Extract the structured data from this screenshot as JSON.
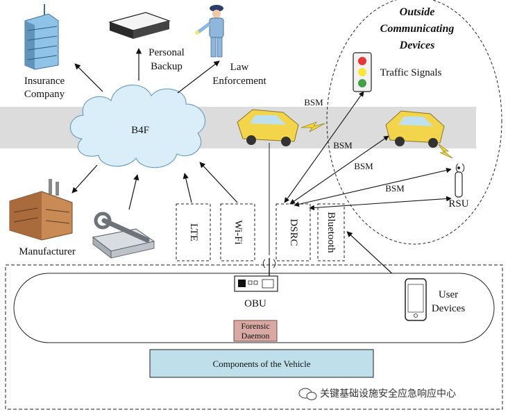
{
  "outside": {
    "line1": "Outside",
    "line2": "Communicating",
    "line3": "Devices"
  },
  "cloud_label": "B4F",
  "stakeholders": {
    "insurance": {
      "line1": "Insurance",
      "line2": "Company"
    },
    "backup": {
      "line1": "Personal",
      "line2": "Backup"
    },
    "law": {
      "line1": "Law",
      "line2": "Enforcement"
    },
    "manufacturer": "Manufacturer"
  },
  "traffic_signals": "Traffic Signals",
  "rsu": "RSU",
  "bsm_labels": [
    "BSM",
    "BSM",
    "BSM",
    "BSM"
  ],
  "interfaces": [
    "LTE",
    "Wi-Fi",
    "DSRC",
    "Bluetooth"
  ],
  "obu": "OBU",
  "forensic": {
    "line1": "Forensic",
    "line2": "Daemon"
  },
  "user_devices": {
    "line1": "User",
    "line2": "Devices"
  },
  "components": "Components of the Vehicle",
  "watermark": "关键基础设施安全应急响应中心",
  "colors": {
    "road": "#dcdcdc",
    "cloud": "#d9eef8",
    "components_box": "#bfe0ea",
    "forensic_box": "#d8a8a2",
    "taxi": "#f2d54a"
  }
}
